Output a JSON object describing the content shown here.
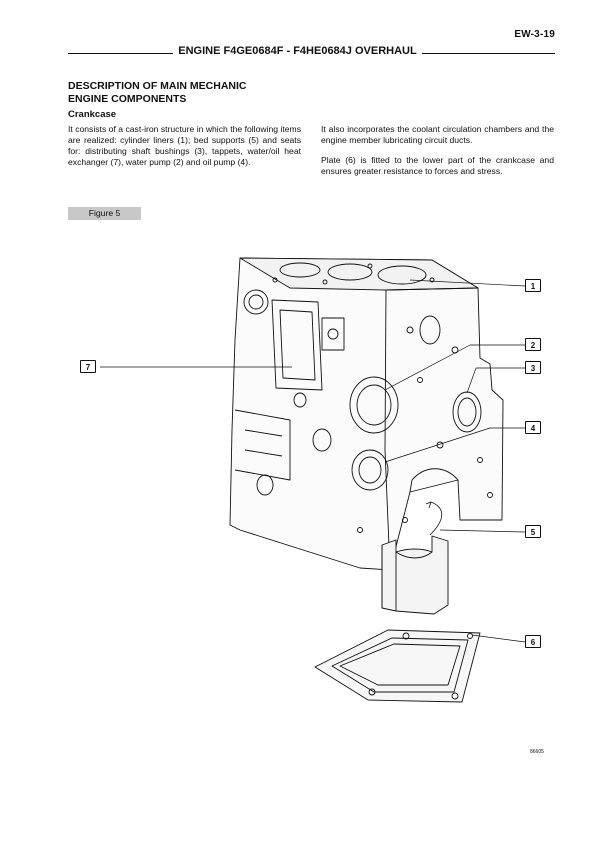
{
  "page": {
    "number": "EW-3-19",
    "header_title": "ENGINE F4GE0684F - F4HE0684J OVERHAUL"
  },
  "section": {
    "title": "DESCRIPTION OF MAIN MECHANIC ENGINE COMPONENTS",
    "subtitle": "Crankcase"
  },
  "text": {
    "left_paragraph": "It consists of a cast-iron structure in which the following items are realized: cylinder liners (1); bed supports (5) and seats for: distributing shaft bushings (3), tappets, water/oil heat exchanger (7), water pump (2) and oil pump (4).",
    "right_paragraph_1": "It also incorporates the coolant circulation chambers and the engine member lubricating circuit ducts.",
    "right_paragraph_2": "Plate (6) is fitted to the lower part of the crankcase and ensures greater resistance to forces and stress."
  },
  "figure": {
    "label": "Figure 5",
    "code": "86605",
    "callouts": [
      "1",
      "2",
      "3",
      "4",
      "5",
      "6",
      "7"
    ]
  }
}
